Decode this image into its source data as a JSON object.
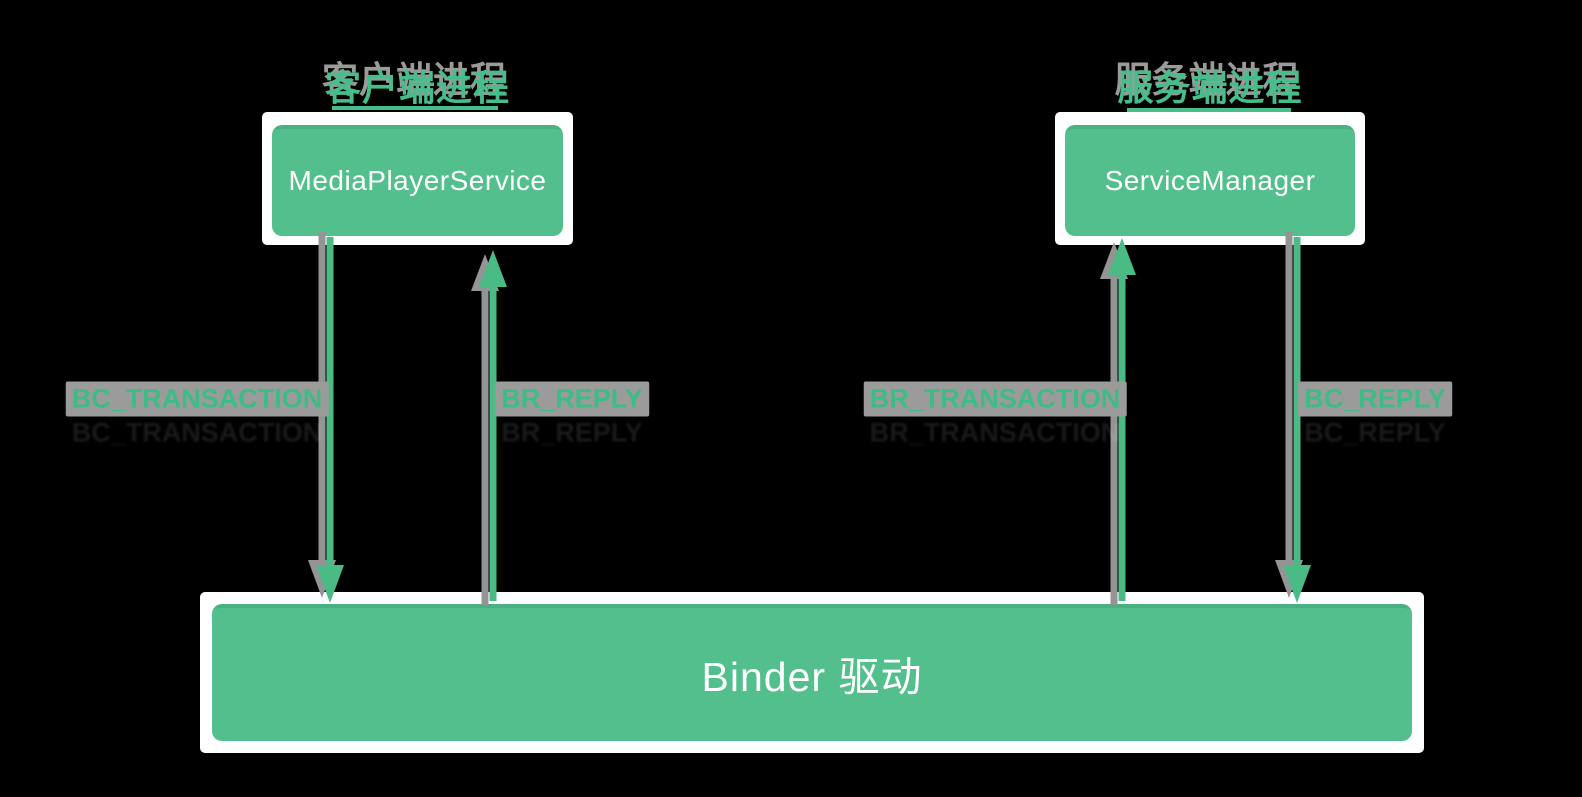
{
  "colors": {
    "background": "#000000",
    "box_fill": "#52BF8D",
    "box_border": "#FFFFFF",
    "box_text": "#FFFFFF",
    "arrow_green": "#4BBB86",
    "arrow_shadow_gray": "#949494",
    "label_text_green": "#3EBC85",
    "label_bg_gray": "#9B9B9B",
    "caption_green": "#45BE8B",
    "caption_ghost_gray": "#9A9A9A"
  },
  "client_process": {
    "caption": "客户端进程",
    "box_label": "MediaPlayerService"
  },
  "server_process": {
    "caption": "服务端进程",
    "box_label": "ServiceManager"
  },
  "driver": {
    "box_label": "Binder 驱动"
  },
  "arrows": [
    {
      "label": "BC_TRANSACTION",
      "direction": "down",
      "from": "MediaPlayerService",
      "to": "Binder 驱动"
    },
    {
      "label": "BR_REPLY",
      "direction": "up",
      "from": "Binder 驱动",
      "to": "MediaPlayerService"
    },
    {
      "label": "BR_TRANSACTION",
      "direction": "up",
      "from": "Binder 驱动",
      "to": "ServiceManager"
    },
    {
      "label": "BC_REPLY",
      "direction": "down",
      "from": "ServiceManager",
      "to": "Binder 驱动"
    }
  ]
}
